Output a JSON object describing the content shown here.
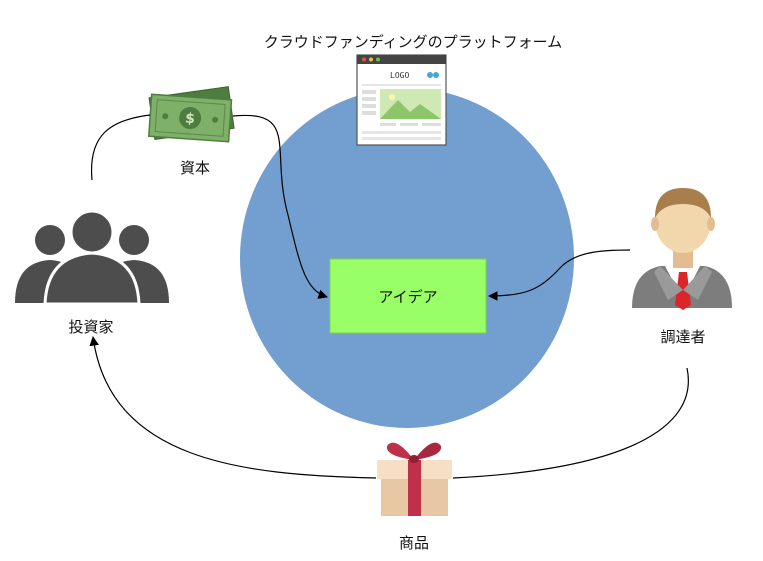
{
  "platform": {
    "title": "クラウドファンディングのプラットフォーム",
    "circle_color": "#729fcf",
    "browser_logo_text": "LOGO"
  },
  "idea": {
    "label": "アイデア",
    "fill": "#99ff66"
  },
  "investor": {
    "label": "投資家",
    "icon": "people-group-icon"
  },
  "capital": {
    "label": "資本",
    "icon": "dollar-bill-icon"
  },
  "fundraiser": {
    "label": "調達者",
    "icon": "businessman-icon"
  },
  "product": {
    "label": "商品",
    "icon": "gift-box-icon"
  },
  "colors": {
    "arrow": "#000000",
    "people": "#4d4d4d",
    "money": "#5a8a4a",
    "gift_box": "#f1d7b8",
    "ribbon": "#c03048",
    "tie": "#d9262b",
    "suit": "#8a8a8a"
  }
}
